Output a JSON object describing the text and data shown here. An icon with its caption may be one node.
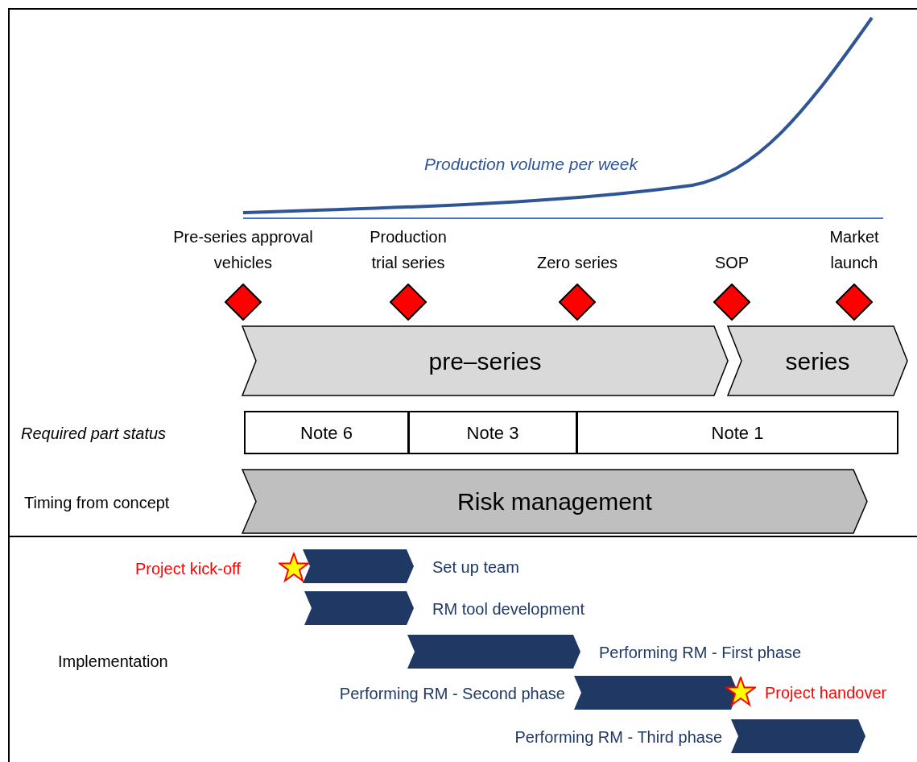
{
  "diagram": {
    "nodes": [
      {
        "text": [],
        "shape": "diamond",
        "beside": [
          "Pre-series approval vehicles"
        ]
      },
      {
        "text": [],
        "shape": "diamond",
        "beside": [
          "Production trial series"
        ]
      },
      {
        "text": [],
        "shape": "diamond",
        "beside": [
          "Zero series"
        ]
      },
      {
        "text": [],
        "shape": "diamond",
        "beside": [
          "SOP"
        ]
      },
      {
        "text": [],
        "shape": "diamond",
        "beside": [
          "Market launch"
        ]
      },
      {
        "text": [
          "pre–series"
        ]
      },
      {
        "text": [
          "series"
        ]
      },
      {
        "text": [
          "Note 6"
        ]
      },
      {
        "text": [
          "Note 3"
        ]
      },
      {
        "text": [
          "Note 1"
        ]
      },
      {
        "text": [
          "Risk management"
        ]
      },
      {
        "text": [],
        "shape": "chevron",
        "beside": [
          "Set up team"
        ]
      },
      {
        "text": [],
        "shape": "chevron",
        "beside": [
          "RM tool development"
        ]
      },
      {
        "text": [],
        "shape": "chevron",
        "beside": [
          "Performing RM - First phase"
        ]
      },
      {
        "text": [],
        "shape": "chevron",
        "beside": [
          "Performing RM - Second phase"
        ]
      },
      {
        "text": [],
        "shape": "chevron",
        "beside": [
          "Performing RM - Third phase"
        ]
      }
    ],
    "labels": [
      "Production volume per week",
      "Required part status",
      "Timing from concept",
      "Implementation",
      "Project kick-off",
      "Project handover"
    ]
  }
}
